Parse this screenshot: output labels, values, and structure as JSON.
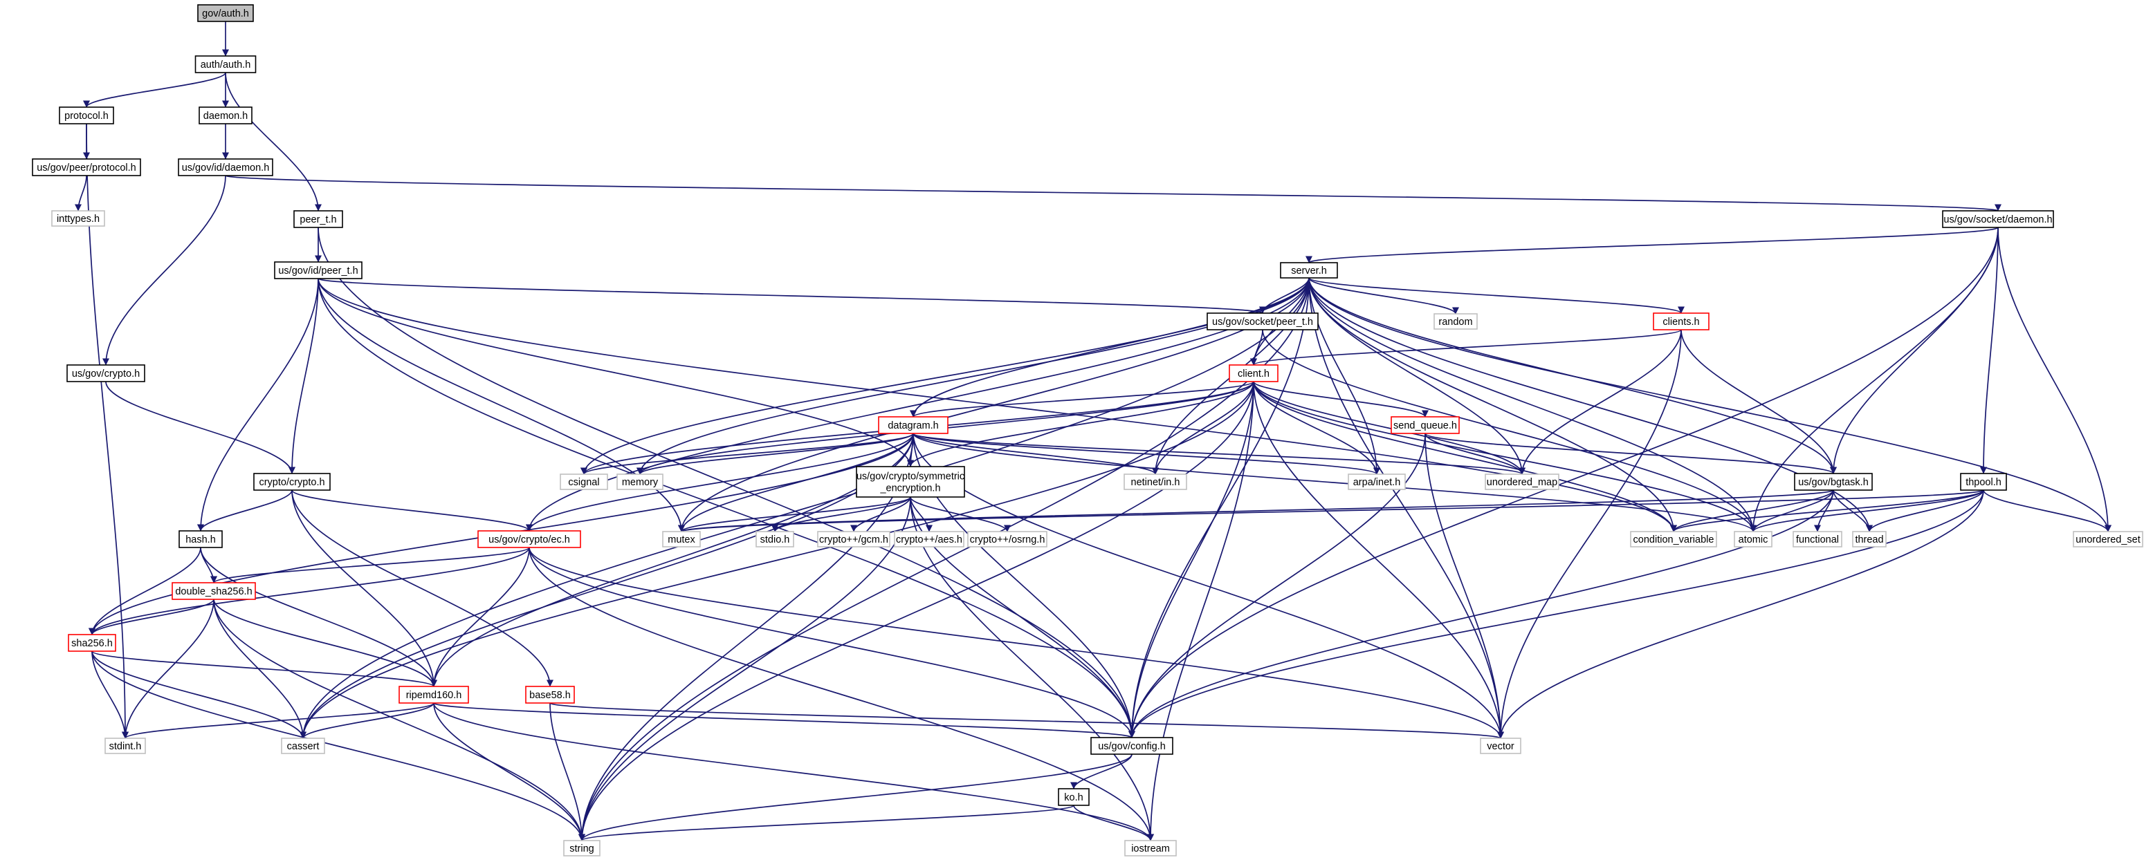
{
  "colors": {
    "edge": "#191970",
    "root_fill": "#bfbfbf",
    "node_border": "#000000",
    "truncated_border": "#ff0000",
    "external_border": "#bfbfbf"
  },
  "nodes": [
    {
      "id": "gov_auth",
      "label": "gov/auth.h",
      "kind": "root"
    },
    {
      "id": "auth_auth",
      "label": "auth/auth.h",
      "kind": "normal"
    },
    {
      "id": "protocol_h",
      "label": "protocol.h",
      "kind": "normal"
    },
    {
      "id": "daemon_h",
      "label": "daemon.h",
      "kind": "normal"
    },
    {
      "id": "peer_protocol",
      "label": "us/gov/peer/protocol.h",
      "kind": "normal"
    },
    {
      "id": "id_daemon",
      "label": "us/gov/id/daemon.h",
      "kind": "normal"
    },
    {
      "id": "inttypes",
      "label": "inttypes.h",
      "kind": "external"
    },
    {
      "id": "peer_t",
      "label": "peer_t.h",
      "kind": "normal"
    },
    {
      "id": "socket_daemon",
      "label": "us/gov/socket/daemon.h",
      "kind": "normal"
    },
    {
      "id": "id_peer_t",
      "label": "us/gov/id/peer_t.h",
      "kind": "normal"
    },
    {
      "id": "server_h",
      "label": "server.h",
      "kind": "normal"
    },
    {
      "id": "socket_peer_t",
      "label": "us/gov/socket/peer_t.h",
      "kind": "normal"
    },
    {
      "id": "random",
      "label": "random",
      "kind": "external"
    },
    {
      "id": "clients_h",
      "label": "clients.h",
      "kind": "truncated"
    },
    {
      "id": "gov_crypto_h",
      "label": "us/gov/crypto.h",
      "kind": "normal"
    },
    {
      "id": "client_h",
      "label": "client.h",
      "kind": "truncated"
    },
    {
      "id": "datagram_h",
      "label": "datagram.h",
      "kind": "truncated"
    },
    {
      "id": "send_queue",
      "label": "send_queue.h",
      "kind": "truncated"
    },
    {
      "id": "crypto_crypto",
      "label": "crypto/crypto.h",
      "kind": "normal"
    },
    {
      "id": "csignal",
      "label": "csignal",
      "kind": "external"
    },
    {
      "id": "memory",
      "label": "memory",
      "kind": "external"
    },
    {
      "id": "sym_enc",
      "label": [
        "us/gov/crypto/symmetric",
        "_encryption.h"
      ],
      "kind": "normal"
    },
    {
      "id": "netinet",
      "label": "netinet/in.h",
      "kind": "external"
    },
    {
      "id": "arpa",
      "label": "arpa/inet.h",
      "kind": "external"
    },
    {
      "id": "unordered_map",
      "label": "unordered_map",
      "kind": "external"
    },
    {
      "id": "bgtask",
      "label": "us/gov/bgtask.h",
      "kind": "normal"
    },
    {
      "id": "thpool",
      "label": "thpool.h",
      "kind": "normal"
    },
    {
      "id": "hash_h",
      "label": "hash.h",
      "kind": "normal"
    },
    {
      "id": "ec_h",
      "label": "us/gov/crypto/ec.h",
      "kind": "truncated"
    },
    {
      "id": "mutex",
      "label": "mutex",
      "kind": "external"
    },
    {
      "id": "stdio",
      "label": "stdio.h",
      "kind": "external"
    },
    {
      "id": "gcm",
      "label": "crypto++/gcm.h",
      "kind": "external"
    },
    {
      "id": "aes",
      "label": "crypto++/aes.h",
      "kind": "external"
    },
    {
      "id": "osrng",
      "label": "crypto++/osrng.h",
      "kind": "external"
    },
    {
      "id": "condvar",
      "label": "condition_variable",
      "kind": "external"
    },
    {
      "id": "atomic",
      "label": "atomic",
      "kind": "external"
    },
    {
      "id": "functional",
      "label": "functional",
      "kind": "external"
    },
    {
      "id": "thread",
      "label": "thread",
      "kind": "external"
    },
    {
      "id": "unordered_set",
      "label": "unordered_set",
      "kind": "external"
    },
    {
      "id": "double_sha",
      "label": "double_sha256.h",
      "kind": "truncated"
    },
    {
      "id": "sha256",
      "label": "sha256.h",
      "kind": "truncated"
    },
    {
      "id": "base58",
      "label": "base58.h",
      "kind": "truncated"
    },
    {
      "id": "ripemd",
      "label": "ripemd160.h",
      "kind": "truncated"
    },
    {
      "id": "stdint",
      "label": "stdint.h",
      "kind": "external"
    },
    {
      "id": "cassert",
      "label": "cassert",
      "kind": "external"
    },
    {
      "id": "config",
      "label": "us/gov/config.h",
      "kind": "normal"
    },
    {
      "id": "vector",
      "label": "vector",
      "kind": "external"
    },
    {
      "id": "ko_h",
      "label": "ko.h",
      "kind": "normal"
    },
    {
      "id": "string",
      "label": "string",
      "kind": "external"
    },
    {
      "id": "iostream",
      "label": "iostream",
      "kind": "external"
    }
  ],
  "edges": [
    [
      "gov_auth",
      "auth_auth"
    ],
    [
      "auth_auth",
      "protocol_h"
    ],
    [
      "auth_auth",
      "daemon_h"
    ],
    [
      "auth_auth",
      "peer_t"
    ],
    [
      "protocol_h",
      "peer_protocol"
    ],
    [
      "protocol_h",
      "stdint"
    ],
    [
      "peer_protocol",
      "inttypes"
    ],
    [
      "daemon_h",
      "id_daemon"
    ],
    [
      "id_daemon",
      "gov_crypto_h"
    ],
    [
      "id_daemon",
      "socket_daemon"
    ],
    [
      "peer_t",
      "id_peer_t"
    ],
    [
      "peer_t",
      "config"
    ],
    [
      "socket_daemon",
      "server_h"
    ],
    [
      "socket_daemon",
      "bgtask"
    ],
    [
      "socket_daemon",
      "thpool"
    ],
    [
      "socket_daemon",
      "unordered_set"
    ],
    [
      "socket_daemon",
      "atomic"
    ],
    [
      "socket_daemon",
      "config"
    ],
    [
      "id_peer_t",
      "socket_peer_t"
    ],
    [
      "id_peer_t",
      "crypto_crypto"
    ],
    [
      "id_peer_t",
      "hash_h"
    ],
    [
      "id_peer_t",
      "sym_enc"
    ],
    [
      "id_peer_t",
      "mutex"
    ],
    [
      "id_peer_t",
      "config"
    ],
    [
      "id_peer_t",
      "condvar"
    ],
    [
      "server_h",
      "socket_peer_t"
    ],
    [
      "server_h",
      "random"
    ],
    [
      "server_h",
      "clients_h"
    ],
    [
      "server_h",
      "client_h"
    ],
    [
      "server_h",
      "datagram_h"
    ],
    [
      "server_h",
      "csignal"
    ],
    [
      "server_h",
      "netinet"
    ],
    [
      "server_h",
      "arpa"
    ],
    [
      "server_h",
      "unordered_map"
    ],
    [
      "server_h",
      "bgtask"
    ],
    [
      "server_h",
      "mutex"
    ],
    [
      "server_h",
      "condvar"
    ],
    [
      "server_h",
      "atomic"
    ],
    [
      "server_h",
      "thread"
    ],
    [
      "server_h",
      "unordered_set"
    ],
    [
      "server_h",
      "vector"
    ],
    [
      "server_h",
      "config"
    ],
    [
      "server_h",
      "string"
    ],
    [
      "server_h",
      "cassert"
    ],
    [
      "server_h",
      "ec_h"
    ],
    [
      "server_h",
      "memory"
    ],
    [
      "socket_peer_t",
      "client_h"
    ],
    [
      "socket_peer_t",
      "atomic"
    ],
    [
      "clients_h",
      "client_h"
    ],
    [
      "clients_h",
      "unordered_map"
    ],
    [
      "clients_h",
      "bgtask"
    ],
    [
      "clients_h",
      "vector"
    ],
    [
      "gov_crypto_h",
      "crypto_crypto"
    ],
    [
      "client_h",
      "datagram_h"
    ],
    [
      "client_h",
      "send_queue"
    ],
    [
      "client_h",
      "csignal"
    ],
    [
      "client_h",
      "memory"
    ],
    [
      "client_h",
      "netinet"
    ],
    [
      "client_h",
      "arpa"
    ],
    [
      "client_h",
      "unordered_map"
    ],
    [
      "client_h",
      "condvar"
    ],
    [
      "client_h",
      "atomic"
    ],
    [
      "client_h",
      "sym_enc"
    ],
    [
      "client_h",
      "config"
    ],
    [
      "client_h",
      "string"
    ],
    [
      "client_h",
      "vector"
    ],
    [
      "client_h",
      "iostream"
    ],
    [
      "client_h",
      "cassert"
    ],
    [
      "datagram_h",
      "csignal"
    ],
    [
      "datagram_h",
      "memory"
    ],
    [
      "datagram_h",
      "sym_enc"
    ],
    [
      "datagram_h",
      "netinet"
    ],
    [
      "datagram_h",
      "arpa"
    ],
    [
      "datagram_h",
      "unordered_map"
    ],
    [
      "datagram_h",
      "ec_h"
    ],
    [
      "datagram_h",
      "mutex"
    ],
    [
      "datagram_h",
      "atomic"
    ],
    [
      "datagram_h",
      "sha256"
    ],
    [
      "datagram_h",
      "ripemd"
    ],
    [
      "datagram_h",
      "config"
    ],
    [
      "datagram_h",
      "vector"
    ],
    [
      "datagram_h",
      "string"
    ],
    [
      "datagram_h",
      "cassert"
    ],
    [
      "send_queue",
      "unordered_map"
    ],
    [
      "send_queue",
      "bgtask"
    ],
    [
      "send_queue",
      "config"
    ],
    [
      "send_queue",
      "vector"
    ],
    [
      "crypto_crypto",
      "hash_h"
    ],
    [
      "crypto_crypto",
      "ec_h"
    ],
    [
      "crypto_crypto",
      "base58"
    ],
    [
      "crypto_crypto",
      "ripemd"
    ],
    [
      "sym_enc",
      "mutex"
    ],
    [
      "sym_enc",
      "stdio"
    ],
    [
      "sym_enc",
      "gcm"
    ],
    [
      "sym_enc",
      "aes"
    ],
    [
      "sym_enc",
      "osrng"
    ],
    [
      "sym_enc",
      "config"
    ],
    [
      "sym_enc",
      "string"
    ],
    [
      "sym_enc",
      "iostream"
    ],
    [
      "bgtask",
      "mutex"
    ],
    [
      "bgtask",
      "condvar"
    ],
    [
      "bgtask",
      "atomic"
    ],
    [
      "bgtask",
      "functional"
    ],
    [
      "bgtask",
      "thread"
    ],
    [
      "bgtask",
      "config"
    ],
    [
      "thpool",
      "mutex"
    ],
    [
      "thpool",
      "condvar"
    ],
    [
      "thpool",
      "atomic"
    ],
    [
      "thpool",
      "thread"
    ],
    [
      "thpool",
      "unordered_set"
    ],
    [
      "thpool",
      "vector"
    ],
    [
      "thpool",
      "config"
    ],
    [
      "hash_h",
      "double_sha"
    ],
    [
      "hash_h",
      "sha256"
    ],
    [
      "hash_h",
      "ripemd"
    ],
    [
      "ec_h",
      "double_sha"
    ],
    [
      "ec_h",
      "sha256"
    ],
    [
      "ec_h",
      "ripemd"
    ],
    [
      "ec_h",
      "config"
    ],
    [
      "ec_h",
      "vector"
    ],
    [
      "ec_h",
      "iostream"
    ],
    [
      "double_sha",
      "sha256"
    ],
    [
      "double_sha",
      "stdint"
    ],
    [
      "double_sha",
      "cassert"
    ],
    [
      "double_sha",
      "ripemd"
    ],
    [
      "double_sha",
      "string"
    ],
    [
      "sha256",
      "stdint"
    ],
    [
      "sha256",
      "cassert"
    ],
    [
      "sha256",
      "ripemd"
    ],
    [
      "sha256",
      "string"
    ],
    [
      "base58",
      "vector"
    ],
    [
      "base58",
      "string"
    ],
    [
      "ripemd",
      "stdint"
    ],
    [
      "ripemd",
      "cassert"
    ],
    [
      "ripemd",
      "config"
    ],
    [
      "ripemd",
      "string"
    ],
    [
      "ripemd",
      "iostream"
    ],
    [
      "config",
      "ko_h"
    ],
    [
      "config",
      "string"
    ],
    [
      "ko_h",
      "string"
    ],
    [
      "ko_h",
      "iostream"
    ]
  ]
}
